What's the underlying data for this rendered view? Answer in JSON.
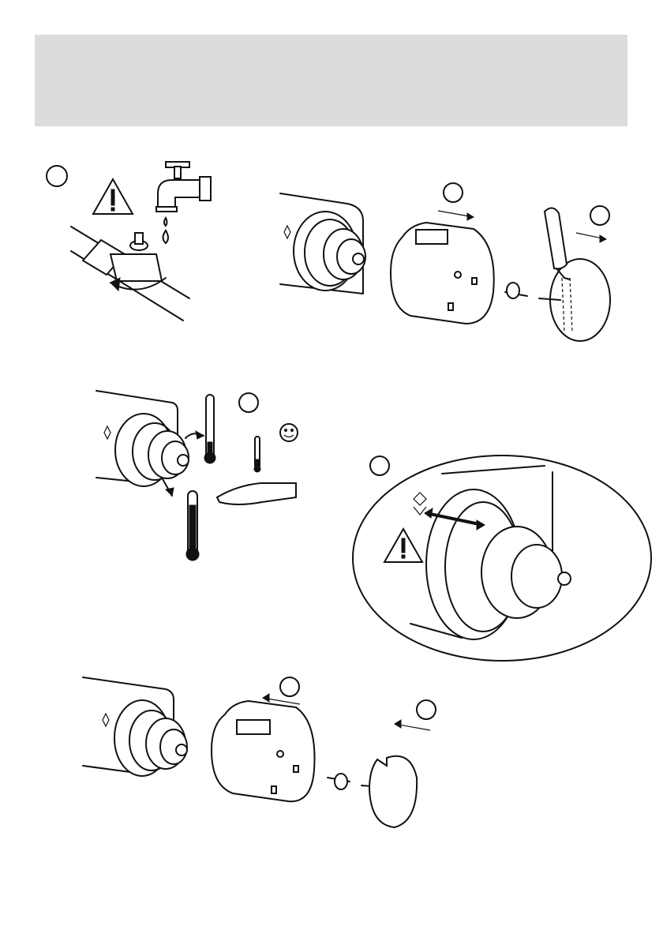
{
  "header": {
    "background": "#dcdcdc"
  },
  "steps": [
    {
      "id": "step-1",
      "label": ""
    },
    {
      "id": "step-2",
      "label": ""
    },
    {
      "id": "step-3",
      "label": ""
    },
    {
      "id": "step-4",
      "label": ""
    },
    {
      "id": "step-5",
      "label": ""
    },
    {
      "id": "step-6",
      "label": ""
    },
    {
      "id": "step-7",
      "label": ""
    }
  ],
  "icons": {
    "warning": "warning-triangle-icon",
    "tap": "water-tap-icon",
    "valve": "ball-valve-icon",
    "thermometer": "thermometer-icon",
    "smiley": "smiley-face-icon",
    "hand": "hand-icon",
    "screw": "screw-icon",
    "screwdriver": "screwdriver-icon"
  }
}
